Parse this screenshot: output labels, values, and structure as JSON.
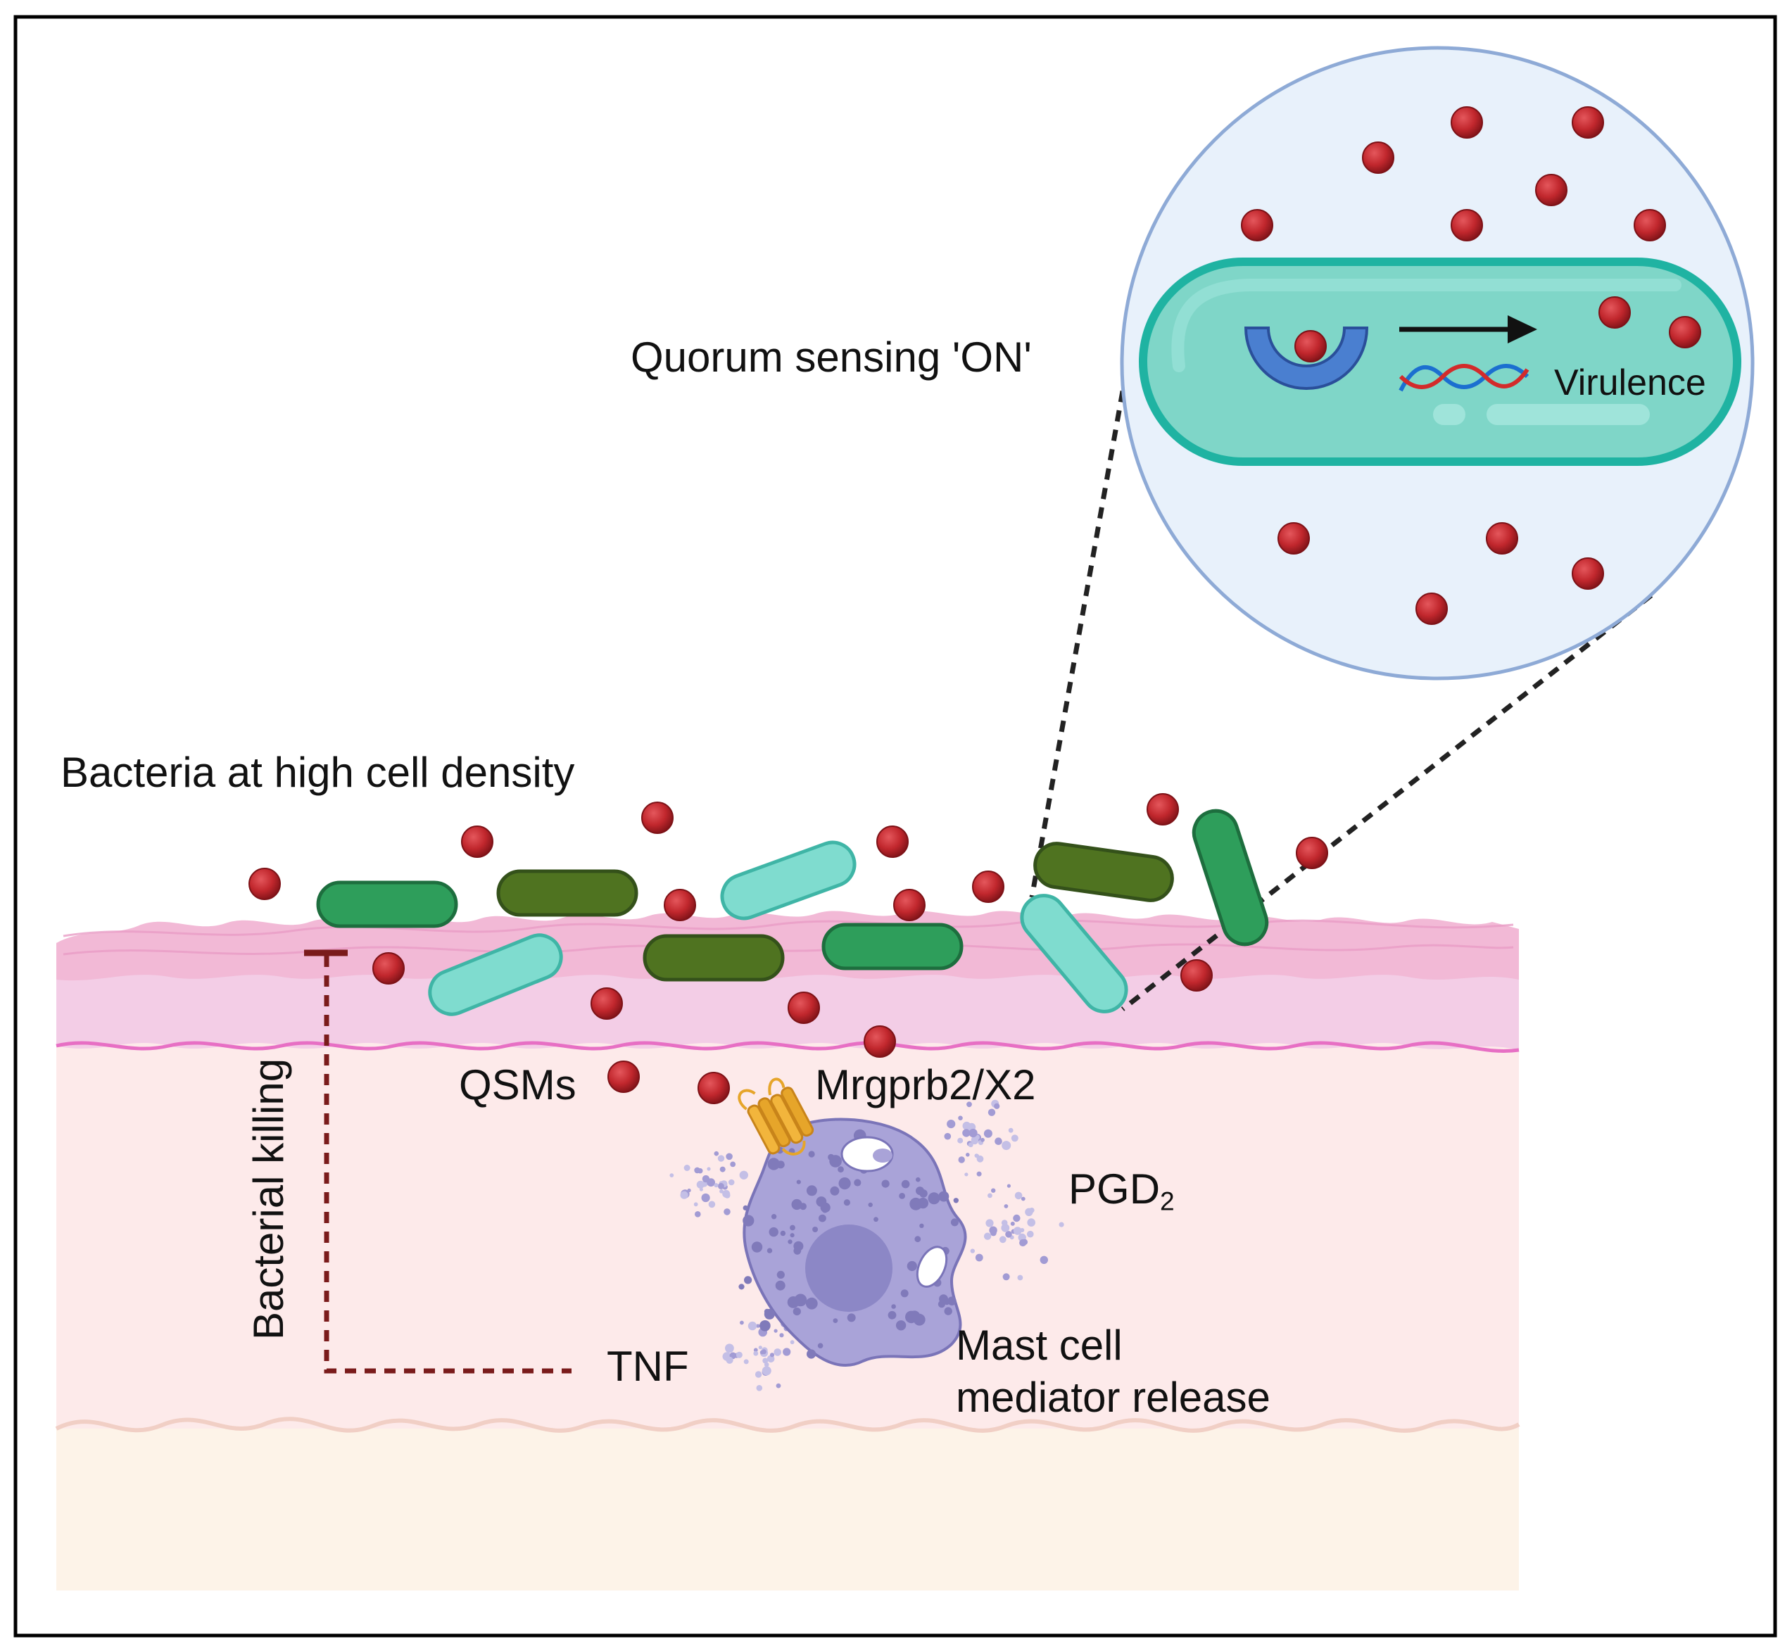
{
  "labels": {
    "quorum": "Quorum sensing 'ON'",
    "virulence": "Virulence",
    "density": "Bacteria at high cell density",
    "qsms": "QSMs",
    "receptor": "Mrgprb2/X2",
    "pgd_main": "PGD",
    "pgd_sub": "2",
    "bacterial_killing": "Bacterial killing",
    "tnf": "TNF",
    "mast_line1": "Mast cell",
    "mast_line2": "mediator release"
  },
  "colors": {
    "frame": "#000000",
    "qsm": "#c1272d",
    "bacteria_green": "#2e9e5b",
    "bacteria_olive": "#4f7320",
    "bacteria_teal": "#7fdccf",
    "epidermis_top": "#f2b9d6",
    "epidermis_band": "#f3cde6",
    "dermis": "#fdeaea",
    "hypodermis": "#fdf3e8",
    "zoom_circle_fill": "#e8f1fb",
    "zoom_circle_stroke": "#8eaad6",
    "mast_cell": "#a9a3d8",
    "nucleus": "#8c87c6",
    "receptor": "#e6a52a",
    "inhibition_line": "#7a1b1b"
  },
  "icons": [
    "qsm-molecule",
    "rod-bacterium",
    "mast-cell",
    "gpcr-receptor",
    "dna-helix",
    "receptor-cup",
    "zoom-circle"
  ]
}
